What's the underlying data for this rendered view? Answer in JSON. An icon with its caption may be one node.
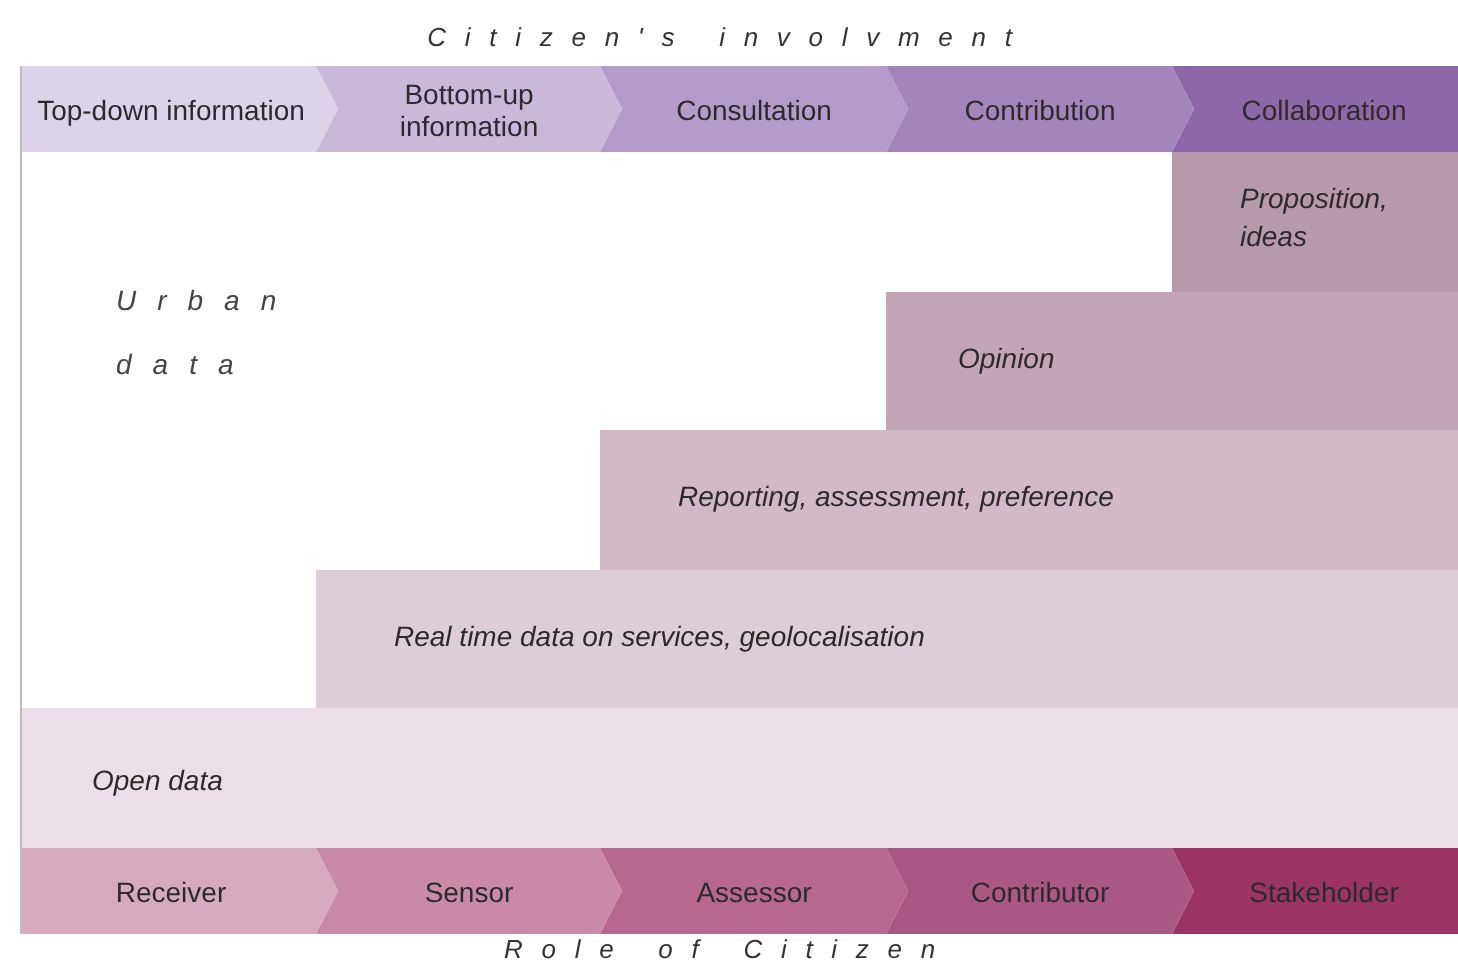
{
  "diagram": {
    "title": "Citizen's involvment",
    "nodes": [
      {
        "text": [
          "Top-down information"
        ]
      },
      {
        "text": [
          "Bottom-up information"
        ]
      },
      {
        "text": [
          "Consultation"
        ]
      },
      {
        "text": [
          "Contribution"
        ]
      },
      {
        "text": [
          "Collaboration"
        ]
      },
      {
        "text": [
          "Proposition, ideas"
        ]
      },
      {
        "text": [
          "Opinion"
        ]
      },
      {
        "text": [
          "Reporting, assessment, preference"
        ]
      },
      {
        "text": [
          "Real time data on services, geolocalisation"
        ]
      },
      {
        "text": [
          "Open data"
        ]
      },
      {
        "text": [
          "Receiver"
        ]
      },
      {
        "text": [
          "Sensor"
        ]
      },
      {
        "text": [
          "Assessor"
        ]
      },
      {
        "text": [
          "Contributor"
        ]
      },
      {
        "text": [
          "Stakeholder"
        ]
      }
    ],
    "edges": [],
    "labels": [
      "Urban data",
      "Role of Citizen"
    ]
  }
}
